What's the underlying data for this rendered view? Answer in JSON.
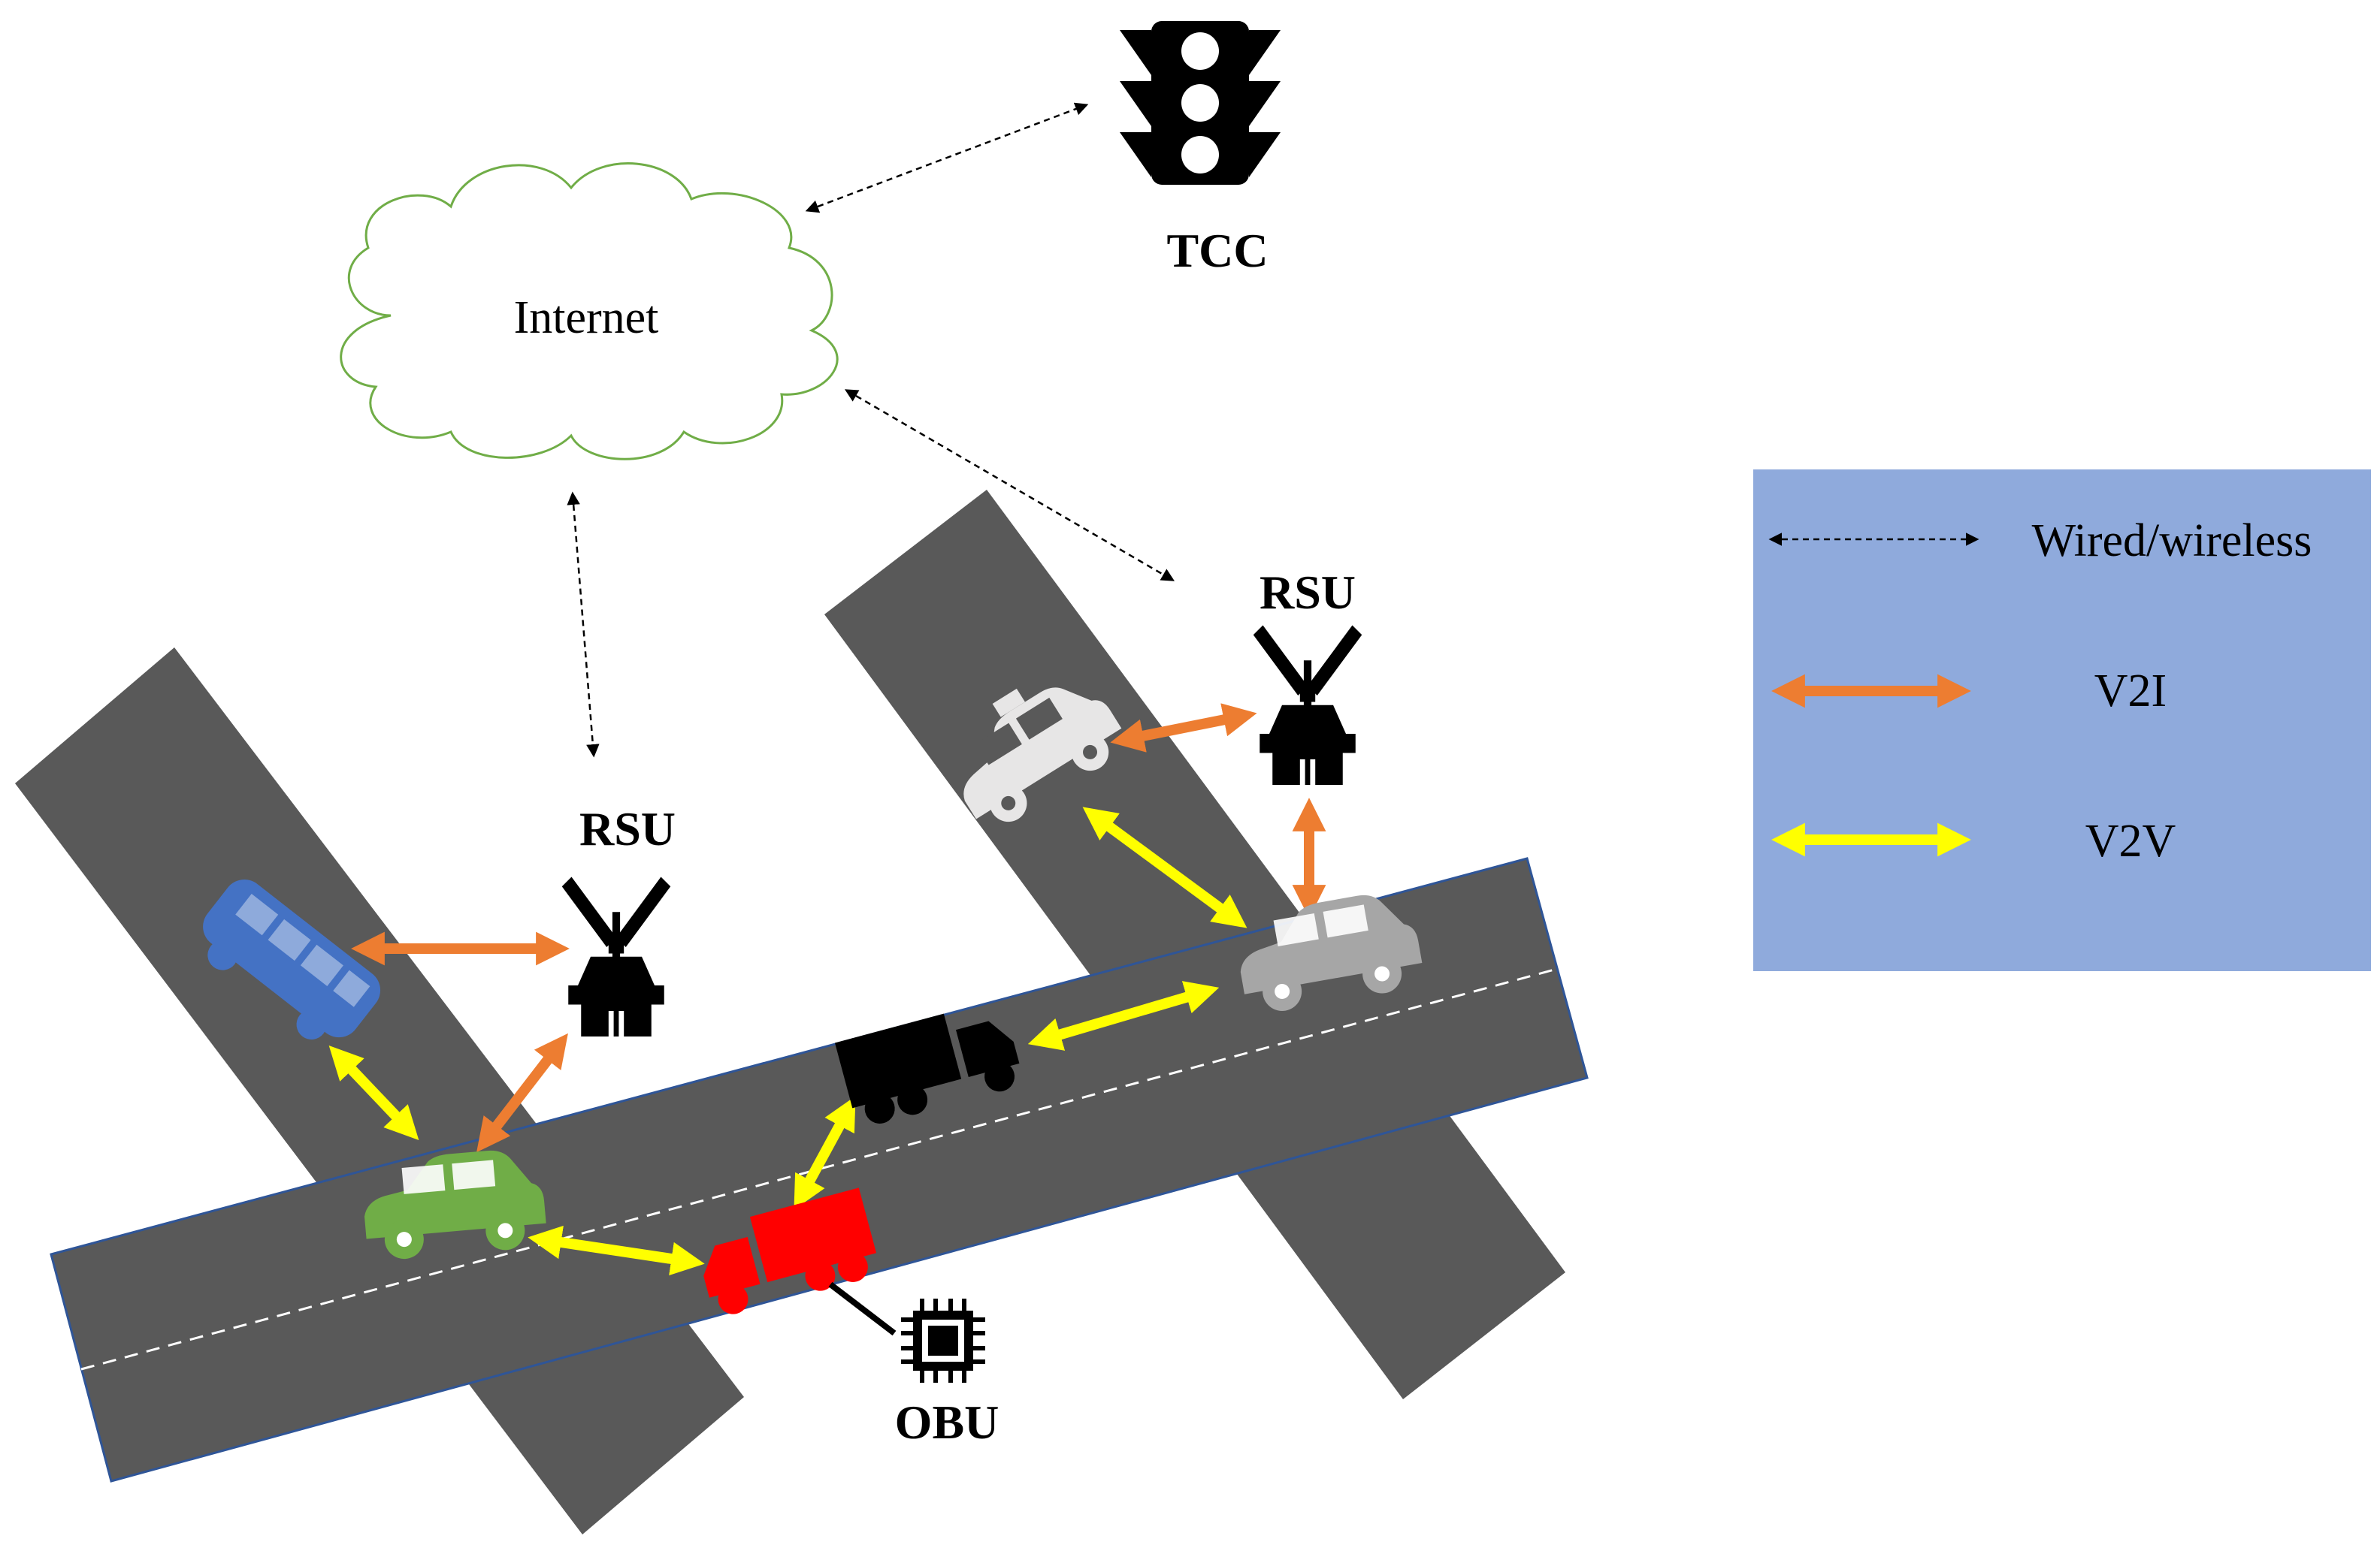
{
  "labels": {
    "internet": "Internet",
    "tcc": "TCC",
    "rsu_left": "RSU",
    "rsu_right": "RSU",
    "obu": "OBU"
  },
  "legend": {
    "items": [
      {
        "label": "Wired/wireless",
        "kind": "dashed"
      },
      {
        "label": "V2I",
        "kind": "v2i"
      },
      {
        "label": "V2V",
        "kind": "v2v"
      }
    ]
  },
  "colors": {
    "road": "#595959",
    "cloud_stroke": "#70ad47",
    "v2i_arrow": "#ed7d31",
    "v2v_arrow": "#ffff00",
    "legend_bg": "#8faadc",
    "bus": "#4472c4",
    "green_car": "#70ad47",
    "red_truck": "#ff0000",
    "black_truck": "#000000",
    "gray_car": "#a6a6a6",
    "taxi": "#e7e6e6"
  },
  "icons": [
    "traffic-light-icon",
    "cloud-icon",
    "rsu-tower-icon",
    "chip-icon",
    "bus-icon",
    "car-icon",
    "truck-icon",
    "taxi-icon"
  ]
}
